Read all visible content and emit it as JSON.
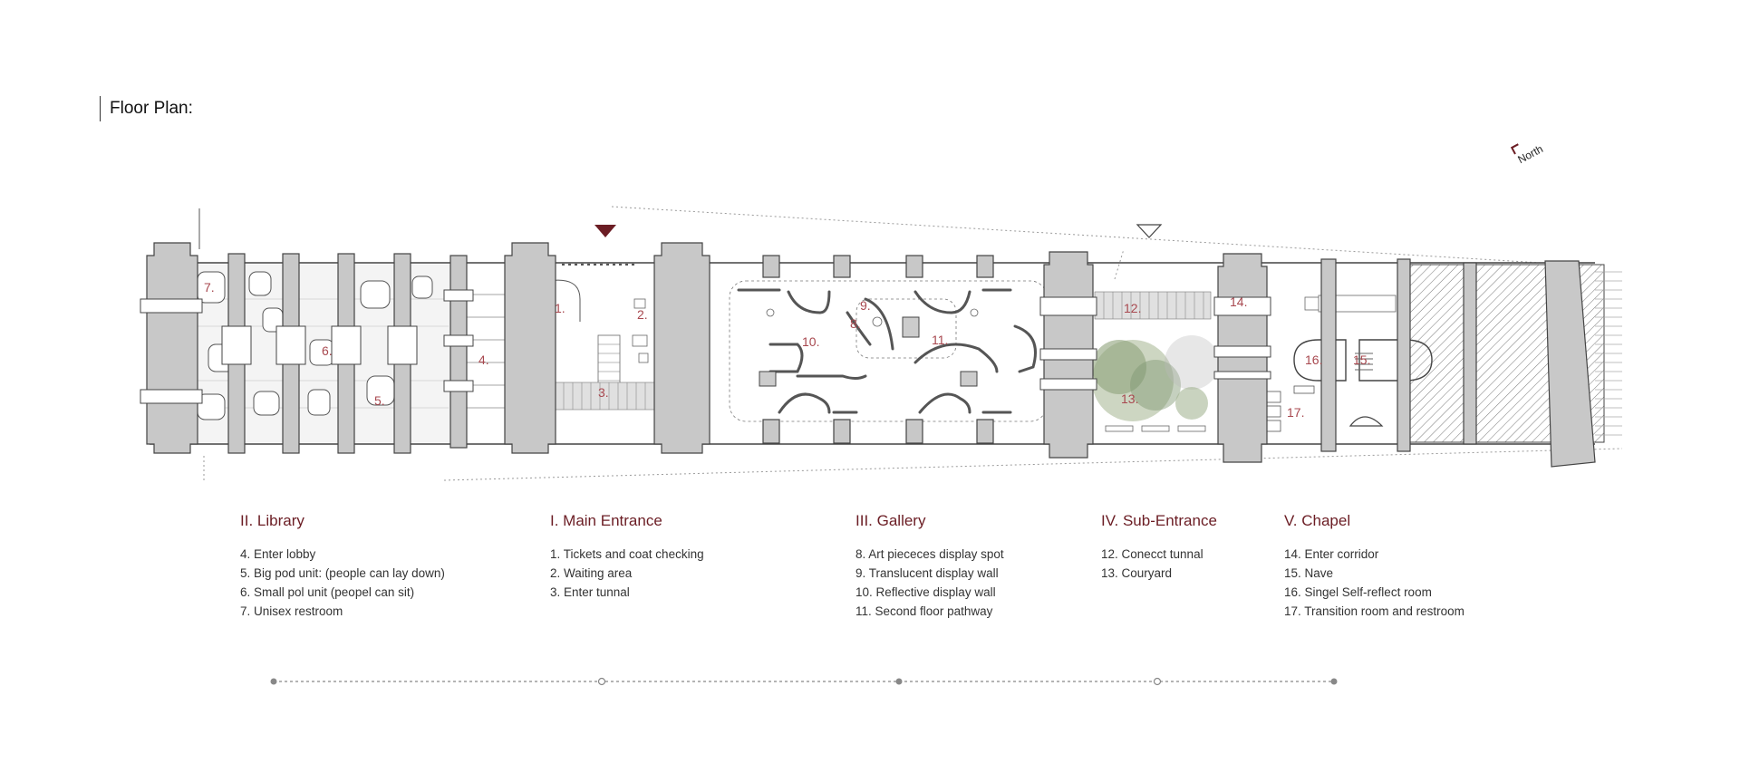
{
  "title": "Floor Plan:",
  "north_label": "North",
  "colors": {
    "accent": "#6b1d24",
    "wall_fill": "#c8c8c8",
    "line": "#333333",
    "label_red": "#a8484f",
    "tree": "#8ea27a"
  },
  "plan_labels": [
    "1.",
    "2.",
    "3.",
    "4.",
    "5.",
    "6.",
    "7.",
    "8.",
    "9.",
    "10.",
    "11.",
    "12.",
    "13.",
    "14.",
    "15.",
    "16.",
    "17."
  ],
  "sections": [
    {
      "heading": "II. Library",
      "items": [
        "4. Enter lobby",
        "5. Big pod unit: (people can lay down)",
        "6. Small pol unit (peopel can sit)",
        "7. Unisex restroom"
      ]
    },
    {
      "heading": "I. Main Entrance",
      "items": [
        "1. Tickets and coat checking",
        "2. Waiting area",
        "3. Enter tunnal"
      ]
    },
    {
      "heading": "III. Gallery",
      "items": [
        "8. Art piececes display spot",
        "9. Translucent display wall",
        "10. Reflective display wall",
        "11. Second floor pathway"
      ]
    },
    {
      "heading": "IV. Sub-Entrance",
      "items": [
        "12. Conecct tunnal",
        "13. Couryard"
      ]
    },
    {
      "heading": "V. Chapel",
      "items": [
        "14. Enter corridor",
        "15. Nave",
        "16. Singel Self-reflect room",
        "17. Transition room and restroom"
      ]
    }
  ]
}
